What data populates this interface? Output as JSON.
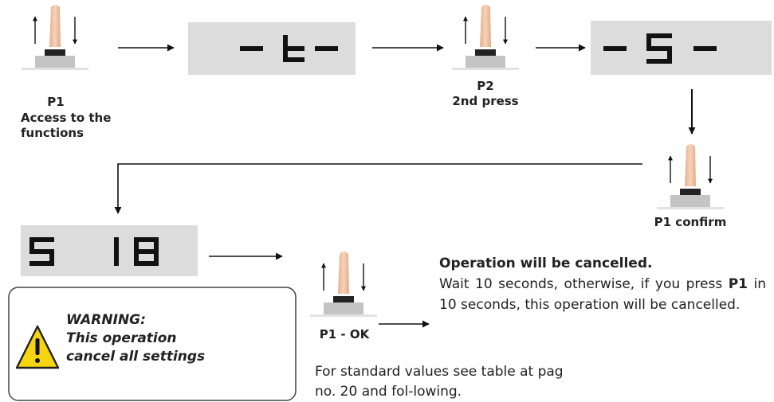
{
  "steps": {
    "p1_access": {
      "key": "P1",
      "caption": "Access to the functions",
      "caption_l1": "Access to the",
      "caption_l2": "functions"
    },
    "p2_press": {
      "key": "P2",
      "caption": "2nd press"
    },
    "p1_confirm": {
      "caption": "P1 confirm"
    },
    "p1_ok": {
      "caption": "P1 - OK"
    }
  },
  "displays": {
    "t_menu": "-t-",
    "s_menu": "-S-",
    "s18": "S 18"
  },
  "operation_note": {
    "title": "Operation will be cancelled.",
    "text_before": "Wait 10 seconds, otherwise, if you press ",
    "key": "P1",
    "text_after": " in 10 seconds, this operation will be cancelled."
  },
  "standard_values_note": "For standard values see table at pag no. 20 and fol-lowing.",
  "warning": {
    "line1": "WARNING:",
    "line2": "This operation",
    "line3": "cancel all settings"
  },
  "colors": {
    "display_bg": "#dcdcdc",
    "segment": "#111111",
    "finger": "#efc4a6",
    "warning_fill": "#f5d50f",
    "line": "#111111"
  }
}
